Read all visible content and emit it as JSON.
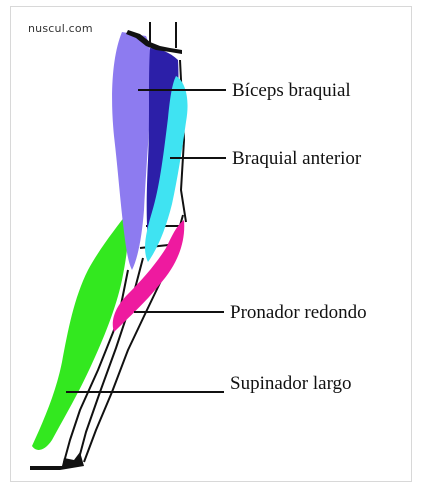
{
  "watermark": "nuscul.com",
  "labels": {
    "biceps": "Bíceps braquial",
    "braquial": "Braquial anterior",
    "pronador": "Pronador redondo",
    "supinador": "Supinador largo"
  },
  "colors": {
    "biceps_light": "#8d7bf0",
    "biceps_dark": "#2c1fa8",
    "braquial": "#3fe3f2",
    "pronador": "#ee1a9f",
    "supinador": "#33e81f",
    "outline": "#111111"
  }
}
